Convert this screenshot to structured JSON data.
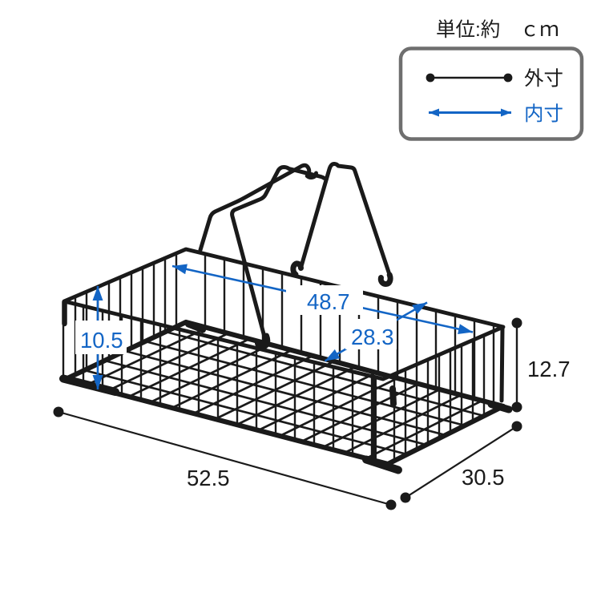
{
  "unit_note": {
    "text": "単位:約　ｃｍ"
  },
  "legend": {
    "outer": {
      "label": "外寸",
      "marker": "line-with-end-dots"
    },
    "inner": {
      "label": "内寸",
      "marker": "double-headed-arrow"
    }
  },
  "dimensions": {
    "inner_length": {
      "value": "48.7",
      "type": "inner"
    },
    "inner_depth": {
      "value": "28.3",
      "type": "inner"
    },
    "inner_height": {
      "value": "10.5",
      "type": "inner"
    },
    "outer_height": {
      "value": "12.7",
      "type": "outer"
    },
    "outer_length": {
      "value": "52.5",
      "type": "outer"
    },
    "outer_depth": {
      "value": "30.5",
      "type": "outer"
    }
  },
  "colors": {
    "ink": "#1a1a1a",
    "inner_blue": "#1365c5",
    "legend_border": "#6f6f6f",
    "background": "#ffffff"
  },
  "subject": {
    "description": "wire basket line drawing with fold-down handles"
  }
}
